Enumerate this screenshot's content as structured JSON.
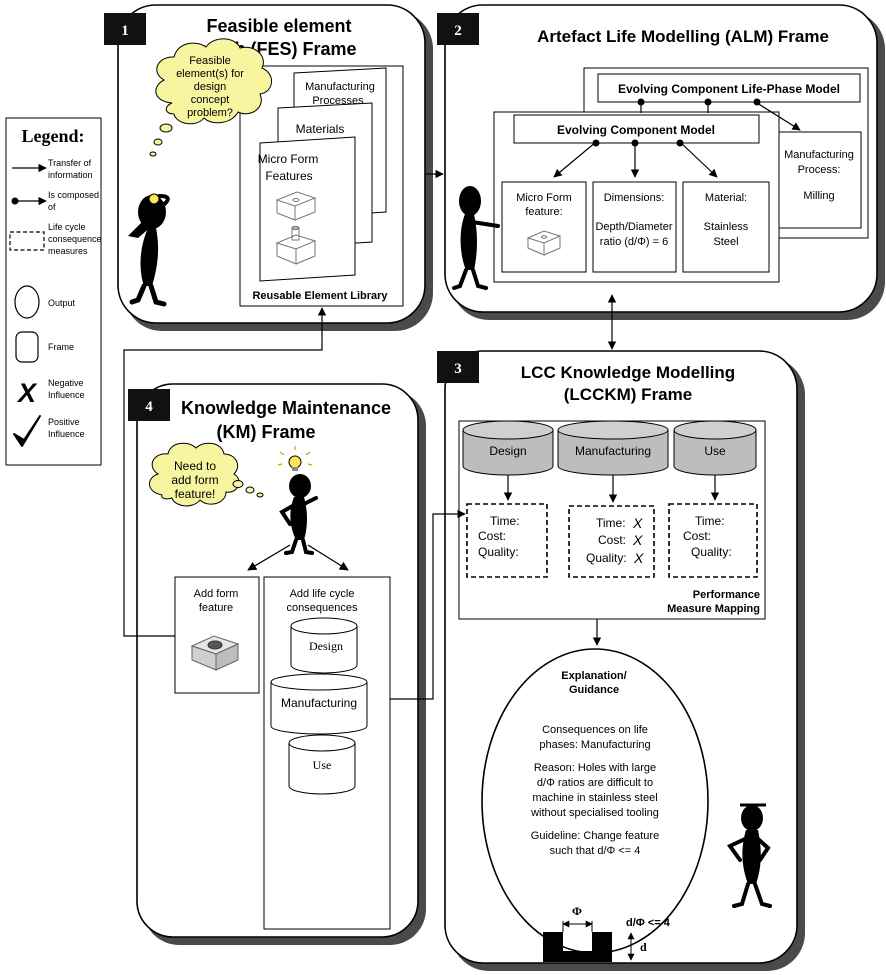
{
  "legend": {
    "title": "Legend:",
    "items": {
      "transfer": [
        "Transfer of",
        "information"
      ],
      "composed": [
        "Is composed",
        "of"
      ],
      "lifecycle": [
        "Life cycle",
        "consequence",
        "measures"
      ],
      "output": [
        "Output"
      ],
      "frame": [
        "Frame"
      ],
      "negative": [
        "Negative",
        "Influence"
      ],
      "positive": [
        "Positive",
        "Influence"
      ]
    }
  },
  "frame1": {
    "number": "1",
    "title_lines": [
      "Feasible element",
      "search (FES) Frame"
    ],
    "thought": [
      "Feasible",
      "element(s) for",
      "design",
      "concept",
      "problem?"
    ],
    "card_back": [
      "Manufacturing",
      "Processes"
    ],
    "card_mid": [
      "Materials"
    ],
    "card_front": [
      "Micro Form",
      "Features"
    ],
    "library_label": "Reusable Element Library"
  },
  "frame2": {
    "number": "2",
    "title": "Artefact Life Modelling (ALM) Frame",
    "life_phase_model": "Evolving Component Life-Phase Model",
    "component_model": "Evolving Component Model",
    "micro_form": [
      "Micro Form",
      "feature:"
    ],
    "dimensions": [
      "Dimensions:",
      "Depth/Diameter",
      "ratio (d/Φ) = 6"
    ],
    "material": [
      "Material:",
      "Stainless",
      "Steel"
    ],
    "mfg_process": [
      "Manufacturing",
      "Process:",
      "Milling"
    ]
  },
  "frame3": {
    "number": "3",
    "title_lines": [
      "LCC Knowledge Modelling",
      "(LCCKM) Frame"
    ],
    "phases": [
      "Design",
      "Manufacturing",
      "Use"
    ],
    "measure_labels": [
      "Time:",
      "Cost:",
      "Quality:"
    ],
    "negative_mark": "X",
    "mapping_label": [
      "Performance",
      "Measure Mapping"
    ],
    "explanation_title": [
      "Explanation/",
      "Guidance"
    ],
    "explanation_body": [
      "Consequences on life",
      "phases: Manufacturing",
      "",
      "Reason: Holes with large",
      "d/Φ ratios are difficult to",
      "machine in stainless steel",
      "without specialised tooling",
      "",
      "Guideline: Change feature",
      "such that d/Φ <= 4"
    ],
    "phi_label": "Φ",
    "ratio_label": "d/Φ <= 4",
    "d_label": "d"
  },
  "frame4": {
    "number": "4",
    "title_lines": [
      "Knowledge Maintenance",
      "(KM) Frame"
    ],
    "thought": [
      "Need to",
      "add form",
      "feature!"
    ],
    "add_form": [
      "Add form",
      "feature"
    ],
    "add_lifecycle": [
      "Add life cycle",
      "consequences"
    ],
    "db_design": "Design",
    "db_manufacturing": "Manufacturing",
    "db_use": "Use"
  }
}
